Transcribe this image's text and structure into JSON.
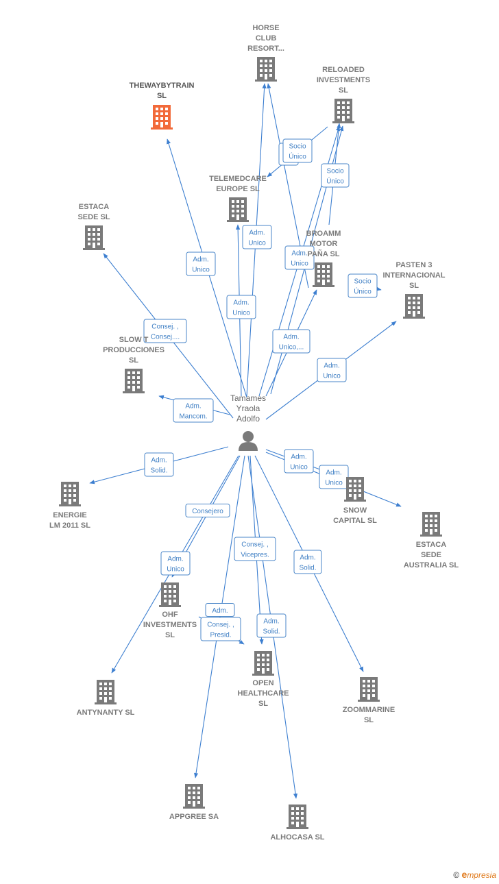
{
  "person": {
    "label": [
      "Tamames",
      "Yraola",
      "Adolfo"
    ]
  },
  "colors": {
    "edge": "#3d7fd0",
    "building": "#7a7a7a",
    "highlight": "#f26a3a"
  },
  "nodes": [
    {
      "id": "horse",
      "lines": [
        "HORSE",
        "CLUB",
        "RESORT..."
      ]
    },
    {
      "id": "thewaybytrain",
      "lines": [
        "THEWAYBYTRAIN",
        "SL"
      ],
      "highlight": true
    },
    {
      "id": "reloaded",
      "lines": [
        "RELOADED",
        "INVESTMENTS",
        "SL"
      ]
    },
    {
      "id": "telemedcare",
      "lines": [
        "TELEMEDCARE",
        "EUROPE  SL"
      ]
    },
    {
      "id": "estaca_sede",
      "lines": [
        "ESTACA",
        "SEDE  SL"
      ]
    },
    {
      "id": "broamm",
      "lines": [
        "BROAMM",
        "MOTOR",
        "PAÑA SL"
      ]
    },
    {
      "id": "pasten",
      "lines": [
        "PASTEN 3",
        "INTERNACIONAL",
        "SL"
      ]
    },
    {
      "id": "slowt",
      "lines": [
        "SLOW T",
        "PRODUCCIONES",
        "SL"
      ]
    },
    {
      "id": "energie",
      "lines": [
        "ENERGIE",
        "LM 2011 SL"
      ]
    },
    {
      "id": "snow",
      "lines": [
        "SNOW",
        "CAPITAL  SL"
      ]
    },
    {
      "id": "estaca_aus",
      "lines": [
        "ESTACA",
        "SEDE",
        "AUSTRALIA  SL"
      ]
    },
    {
      "id": "ohf",
      "lines": [
        "OHF",
        "INVESTMENTS",
        "SL"
      ]
    },
    {
      "id": "open",
      "lines": [
        "OPEN",
        "HEALTHCARE",
        "SL"
      ]
    },
    {
      "id": "zoommarine",
      "lines": [
        "ZOOMMARINE",
        "SL"
      ]
    },
    {
      "id": "antynanty",
      "lines": [
        "ANTYNANTY SL"
      ]
    },
    {
      "id": "appgree",
      "lines": [
        "APPGREE SA"
      ]
    },
    {
      "id": "alhocasa",
      "lines": [
        "ALHOCASA  SL"
      ]
    }
  ],
  "edge_labels": [
    {
      "id": "el_horse_socio_back",
      "lines": [
        "So",
        "Ú"
      ]
    },
    {
      "id": "el_horse_socio",
      "lines": [
        "Socio",
        "Único"
      ]
    },
    {
      "id": "el_reloaded_socio",
      "lines": [
        "Socio",
        "Único"
      ]
    },
    {
      "id": "el_telemed_adm",
      "lines": [
        "Adm.",
        "Unico"
      ]
    },
    {
      "id": "el_thewayby_adm",
      "lines": [
        "Adm.",
        "Unico"
      ]
    },
    {
      "id": "el_broamm_adm",
      "lines": [
        "Adm.",
        "Unico"
      ]
    },
    {
      "id": "el_broamm_socio",
      "lines": [
        "Socio",
        "Único"
      ]
    },
    {
      "id": "el_horse_adm",
      "lines": [
        "Adm.",
        "Unico"
      ]
    },
    {
      "id": "el_estaca_consej",
      "lines": [
        "Consej. ,",
        "Consej...."
      ]
    },
    {
      "id": "el_reloaded_adm",
      "lines": [
        "Adm.",
        "Unico,..."
      ]
    },
    {
      "id": "el_pasten_adm",
      "lines": [
        "Adm.",
        "Unico"
      ]
    },
    {
      "id": "el_slowt_adm",
      "lines": [
        "Adm.",
        "Mancom."
      ]
    },
    {
      "id": "el_energie_adm",
      "lines": [
        "Adm.",
        "Solid."
      ]
    },
    {
      "id": "el_snow_adm",
      "lines": [
        "Adm.",
        "Unico"
      ]
    },
    {
      "id": "el_estacaaus_adm",
      "lines": [
        "Adm.",
        "Unico"
      ]
    },
    {
      "id": "el_antynanty_consejero",
      "lines": [
        "Consejero"
      ]
    },
    {
      "id": "el_open_consej",
      "lines": [
        "Consej. ,",
        "Vicepres."
      ]
    },
    {
      "id": "el_ohf_adm",
      "lines": [
        "Adm.",
        "Unico"
      ]
    },
    {
      "id": "el_zoom_adm",
      "lines": [
        "Adm.",
        "Solid."
      ]
    },
    {
      "id": "el_open_adm_back",
      "lines": [
        "Adm."
      ]
    },
    {
      "id": "el_open_consej_presid",
      "lines": [
        "Consej. ,",
        "Presid."
      ]
    },
    {
      "id": "el_open_adm_solid",
      "lines": [
        "Adm.",
        "Solid."
      ]
    }
  ],
  "footer": {
    "copyright": "©",
    "brand_e": "e",
    "brand_rest": "mpresia"
  }
}
